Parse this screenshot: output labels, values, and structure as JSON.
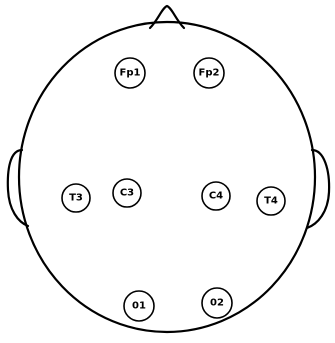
{
  "diagram": {
    "colors": {
      "stroke": "#000000",
      "background": "#ffffff"
    },
    "electrodes": [
      {
        "id": "fp1",
        "label": "Fp1"
      },
      {
        "id": "fp2",
        "label": "Fp2"
      },
      {
        "id": "t3",
        "label": "T3"
      },
      {
        "id": "c3",
        "label": "C3"
      },
      {
        "id": "c4",
        "label": "C4"
      },
      {
        "id": "t4",
        "label": "T4"
      },
      {
        "id": "o1",
        "label": "01"
      },
      {
        "id": "o2",
        "label": "02"
      }
    ]
  }
}
